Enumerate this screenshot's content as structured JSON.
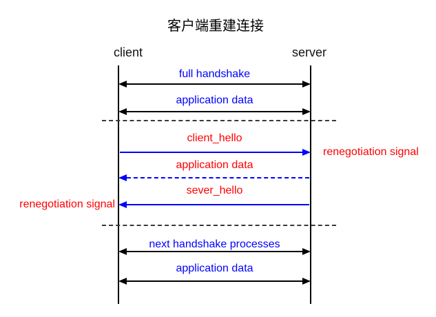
{
  "title": "客户端重建连接",
  "actors": {
    "client": "client",
    "server": "server"
  },
  "annotations": {
    "left": "renegotiation signal",
    "right": "renegotiation signal"
  },
  "messages": [
    {
      "label": "full handshake",
      "label_color": "blue",
      "arrow": "black-double-solid"
    },
    {
      "label": "application data",
      "label_color": "blue",
      "arrow": "black-double-solid"
    },
    {
      "label": "client_hello",
      "label_color": "red",
      "arrow": "blue-right-solid"
    },
    {
      "label": "application data",
      "label_color": "red",
      "arrow": "blue-left-dashed"
    },
    {
      "label": "sever_hello",
      "label_color": "red",
      "arrow": "blue-left-solid"
    },
    {
      "label": "next handshake processes",
      "label_color": "blue",
      "arrow": "black-double-solid"
    },
    {
      "label": "application data",
      "label_color": "blue",
      "arrow": "black-double-solid"
    }
  ],
  "colors": {
    "blue": "#0000ff",
    "red": "#ff0000",
    "black": "#000000"
  }
}
